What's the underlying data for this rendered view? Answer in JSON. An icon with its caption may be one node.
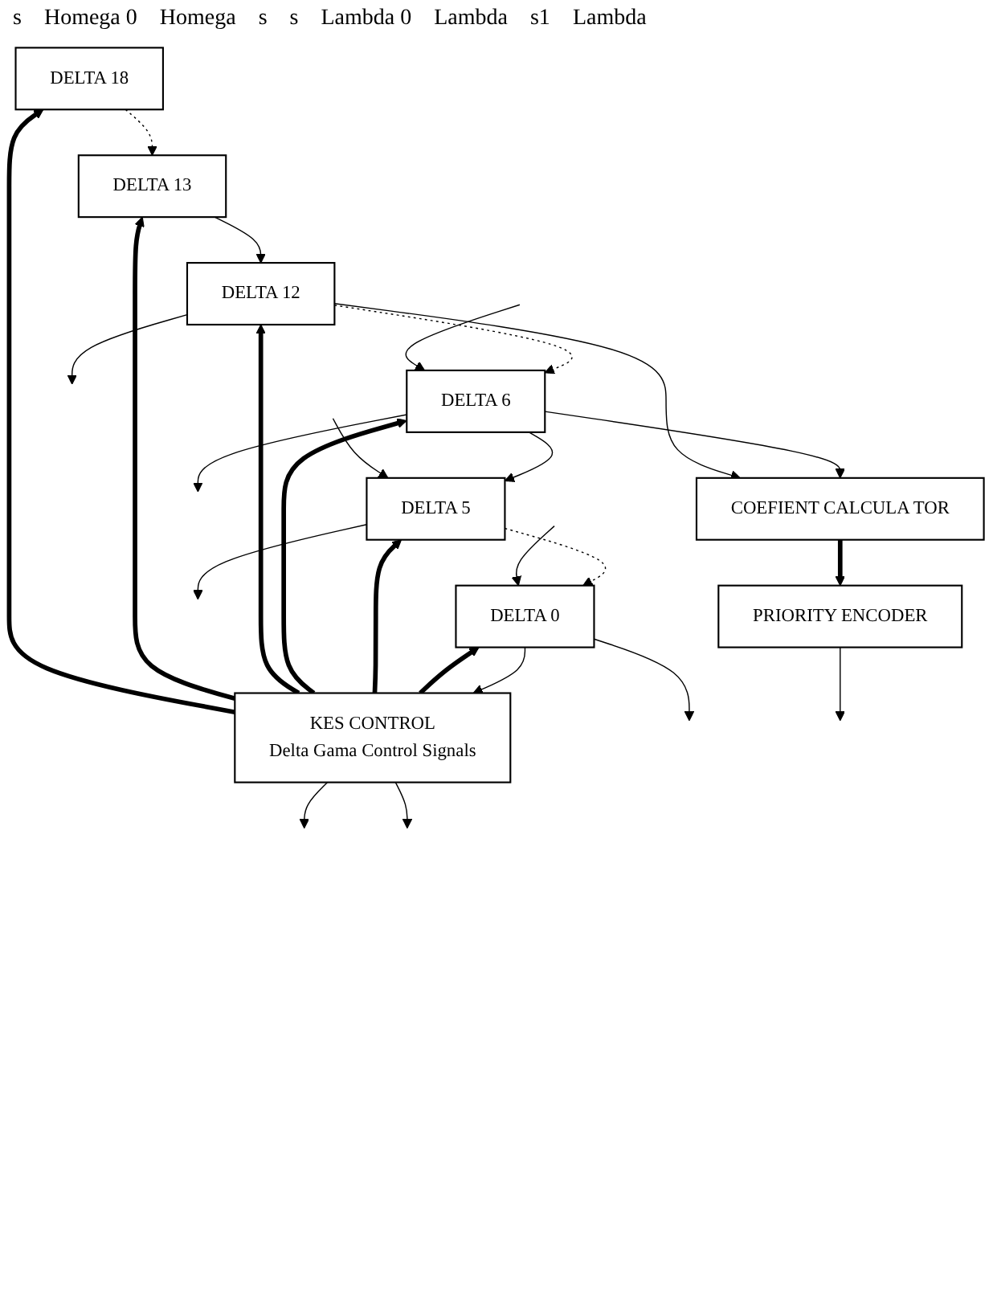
{
  "diagram": {
    "nodes": [
      {
        "text": [
          "KES CONTROL",
          "Delta Gama Control Signals"
        ]
      },
      {
        "text": [
          "DELTA 0"
        ]
      },
      {
        "text": [
          "DELTA 5"
        ]
      },
      {
        "text": [
          "DELTA 6"
        ]
      },
      {
        "text": [
          "DELTA 12"
        ]
      },
      {
        "text": [
          "DELTA 13"
        ]
      },
      {
        "text": [
          "DELTA 18"
        ]
      },
      {
        "text": [
          "COEFIENT CALCULA TOR"
        ]
      },
      {
        "text": [
          "PRIORITY ENCODER"
        ]
      }
    ],
    "edges": [
      {
        "from": 0,
        "to": null,
        "arrow": "to"
      },
      {
        "from": 1,
        "to": 0,
        "arrow": "to"
      },
      {
        "from": 1,
        "to": null,
        "arrow": "to"
      },
      {
        "from": 2,
        "to": 1,
        "arrow": "to",
        "style": "dashed"
      },
      {
        "from": 2,
        "to": null,
        "arrow": "to"
      },
      {
        "from": 3,
        "to": 2,
        "arrow": "to"
      },
      {
        "from": 3,
        "to": null,
        "arrow": "to"
      },
      {
        "from": 3,
        "to": 7,
        "arrow": "to"
      },
      {
        "from": 4,
        "to": 3,
        "arrow": "to",
        "style": "dashed"
      },
      {
        "from": 4,
        "to": null,
        "arrow": "to"
      },
      {
        "from": 4,
        "to": 7,
        "arrow": "to"
      },
      {
        "from": 5,
        "to": 4,
        "arrow": "to"
      },
      {
        "from": 6,
        "to": 5,
        "arrow": "to",
        "style": "dashed"
      },
      {
        "from": 0,
        "to": 1,
        "arrow": "to",
        "style": "thick"
      },
      {
        "from": 0,
        "to": 2,
        "arrow": "to",
        "style": "thick"
      },
      {
        "from": 0,
        "to": 3,
        "arrow": "to",
        "style": "thick"
      },
      {
        "from": 0,
        "to": 4,
        "arrow": "to",
        "style": "thick"
      },
      {
        "from": 0,
        "to": 5,
        "arrow": "to",
        "style": "thick"
      },
      {
        "from": 0,
        "to": 6,
        "arrow": "to",
        "style": "thick"
      },
      {
        "from": 0,
        "to": null,
        "arrow": "to"
      },
      {
        "from": null,
        "to": 1,
        "arrow": "to"
      },
      {
        "from": null,
        "to": 2,
        "arrow": "to"
      },
      {
        "from": null,
        "to": 3,
        "arrow": "to"
      },
      {
        "from": 7,
        "to": 8,
        "arrow": "to",
        "style": "thick"
      },
      {
        "from": 8,
        "to": null,
        "arrow": "to"
      }
    ],
    "labels": [
      "s",
      "Homega 0",
      "Homega",
      "s",
      "s",
      "Lambda 0",
      "Lambda",
      "s1",
      "Lambda"
    ]
  }
}
